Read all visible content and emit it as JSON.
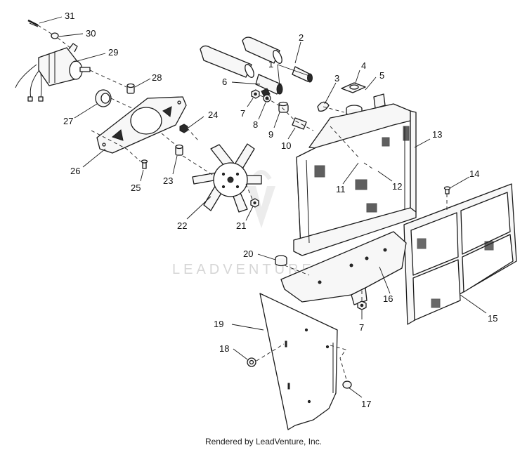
{
  "callouts": [
    "1",
    "2",
    "3",
    "4",
    "5",
    "6",
    "7",
    "8",
    "9",
    "10",
    "11",
    "12",
    "13",
    "14",
    "15",
    "16",
    "7",
    "17",
    "18",
    "19",
    "20",
    "21",
    "22",
    "23",
    "24",
    "25",
    "26",
    "27",
    "28",
    "29",
    "30",
    "31"
  ],
  "watermark": "LEADVENTURE",
  "footer": "Rendered by LeadVenture, Inc."
}
